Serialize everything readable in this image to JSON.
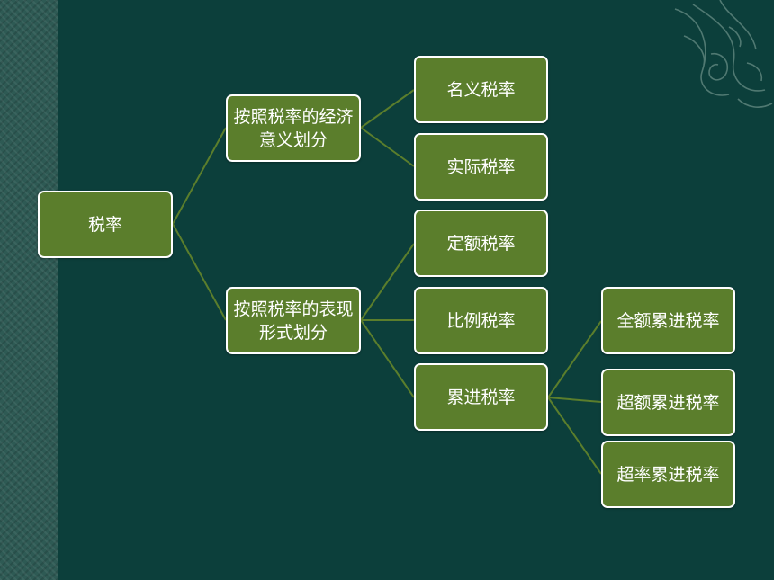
{
  "colors": {
    "background": "#0c3f3b",
    "node_fill": "#5b7e2c",
    "node_border": "#ffffff",
    "connector": "#5b7e2c",
    "text": "#ffffff"
  },
  "decor_icon": "floral-line-ornament",
  "tree": {
    "root": "税率",
    "branch_economic": {
      "label": "按照税率的经济意义划分",
      "children": [
        "名义税率",
        "实际税率"
      ]
    },
    "branch_form": {
      "label": "按照税率的表现形式划分",
      "children": [
        "定额税率",
        "比例税率",
        "累进税率"
      ]
    },
    "progressive_children": [
      "全额累进税率",
      "超额累进税率",
      "超率累进税率"
    ]
  }
}
